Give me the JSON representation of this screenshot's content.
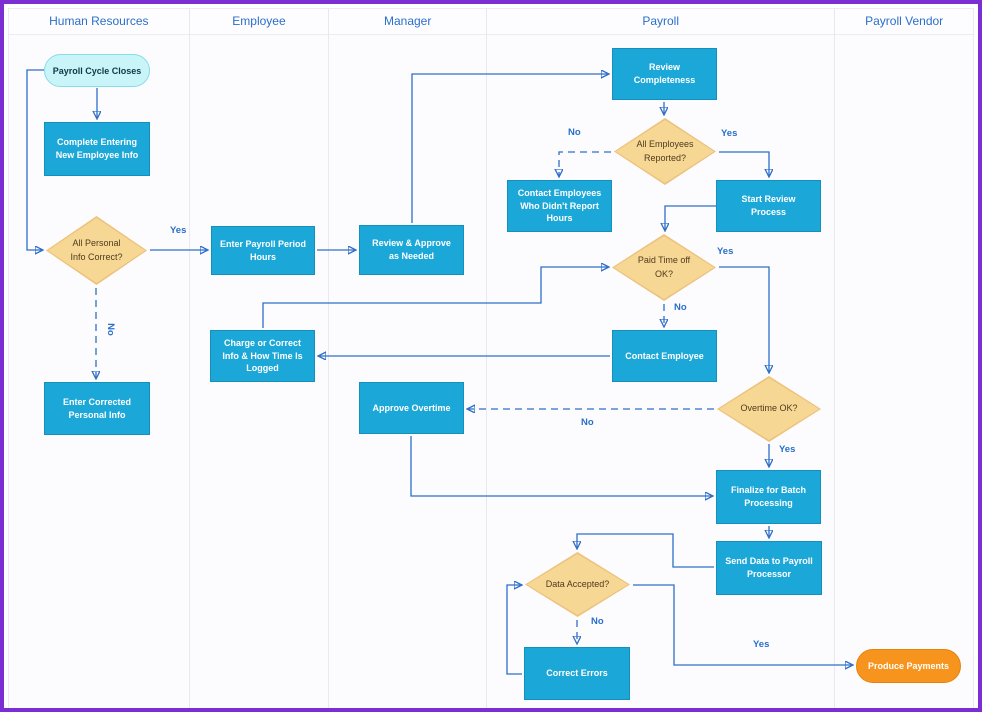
{
  "lanes": [
    {
      "label": "Human Resources"
    },
    {
      "label": "Employee"
    },
    {
      "label": "Manager"
    },
    {
      "label": "Payroll"
    },
    {
      "label": "Payroll Vendor"
    }
  ],
  "nodes": {
    "payroll_cycle_closes": {
      "type": "start",
      "lane": "Human Resources",
      "label": "Payroll Cycle Closes"
    },
    "complete_entering_new_employee_info": {
      "type": "process",
      "lane": "Human Resources",
      "label": "Complete Entering New Employee Info"
    },
    "all_personal_info_correct": {
      "type": "decision",
      "lane": "Human Resources",
      "label": "All Personal Info Correct?"
    },
    "enter_corrected_personal_info": {
      "type": "process",
      "lane": "Human Resources",
      "label": "Enter Corrected Personal Info"
    },
    "enter_payroll_period_hours": {
      "type": "process",
      "lane": "Employee",
      "label": "Enter Payroll Period Hours"
    },
    "charge_or_correct_info": {
      "type": "process",
      "lane": "Employee",
      "label": "Charge or Correct Info & How Time Is Logged"
    },
    "review_approve_as_needed": {
      "type": "process",
      "lane": "Manager",
      "label": "Review & Approve as Needed"
    },
    "approve_overtime": {
      "type": "process",
      "lane": "Manager",
      "label": "Approve Overtime"
    },
    "review_completeness": {
      "type": "process",
      "lane": "Payroll",
      "label": "Review Completeness"
    },
    "all_employees_reported": {
      "type": "decision",
      "lane": "Payroll",
      "label": "All Employees Reported?"
    },
    "contact_employees_who_didnt_report_hours": {
      "type": "process",
      "lane": "Payroll",
      "label": "Contact Employees Who Didn't Report Hours"
    },
    "start_review_process": {
      "type": "process",
      "lane": "Payroll",
      "label": "Start Review Process"
    },
    "paid_time_off_ok": {
      "type": "decision",
      "lane": "Payroll",
      "label": "Paid Time off OK?"
    },
    "contact_employee": {
      "type": "process",
      "lane": "Payroll",
      "label": "Contact Employee"
    },
    "overtime_ok": {
      "type": "decision",
      "lane": "Payroll",
      "label": "Overtime OK?"
    },
    "finalize_for_batch_processing": {
      "type": "process",
      "lane": "Payroll",
      "label": "Finalize for Batch Processing"
    },
    "send_data_to_payroll_processor": {
      "type": "process",
      "lane": "Payroll",
      "label": "Send Data to Payroll Processor"
    },
    "data_accepted": {
      "type": "decision",
      "lane": "Payroll",
      "label": "Data Accepted?"
    },
    "correct_errors": {
      "type": "process",
      "lane": "Payroll",
      "label": "Correct Errors"
    },
    "produce_payments": {
      "type": "end",
      "lane": "Payroll Vendor",
      "label": "Produce Payments"
    }
  },
  "edges": [
    {
      "from": "payroll_cycle_closes",
      "to": "complete_entering_new_employee_info",
      "label": "",
      "style": "solid"
    },
    {
      "from": "payroll_cycle_closes",
      "to": "all_personal_info_correct",
      "label": "",
      "style": "solid"
    },
    {
      "from": "all_personal_info_correct",
      "to": "enter_payroll_period_hours",
      "label": "Yes",
      "style": "solid"
    },
    {
      "from": "all_personal_info_correct",
      "to": "enter_corrected_personal_info",
      "label": "No",
      "style": "dashed"
    },
    {
      "from": "enter_payroll_period_hours",
      "to": "review_approve_as_needed",
      "label": "",
      "style": "solid"
    },
    {
      "from": "review_approve_as_needed",
      "to": "review_completeness",
      "label": "",
      "style": "solid"
    },
    {
      "from": "review_completeness",
      "to": "all_employees_reported",
      "label": "",
      "style": "solid"
    },
    {
      "from": "all_employees_reported",
      "to": "contact_employees_who_didnt_report_hours",
      "label": "No",
      "style": "dashed"
    },
    {
      "from": "all_employees_reported",
      "to": "start_review_process",
      "label": "Yes",
      "style": "solid"
    },
    {
      "from": "start_review_process",
      "to": "paid_time_off_ok",
      "label": "",
      "style": "solid"
    },
    {
      "from": "paid_time_off_ok",
      "to": "overtime_ok",
      "label": "Yes",
      "style": "solid"
    },
    {
      "from": "paid_time_off_ok",
      "to": "contact_employee",
      "label": "No",
      "style": "dashed"
    },
    {
      "from": "contact_employee",
      "to": "charge_or_correct_info",
      "label": "",
      "style": "solid"
    },
    {
      "from": "charge_or_correct_info",
      "to": "paid_time_off_ok",
      "label": "",
      "style": "solid"
    },
    {
      "from": "overtime_ok",
      "to": "approve_overtime",
      "label": "No",
      "style": "dashed"
    },
    {
      "from": "overtime_ok",
      "to": "finalize_for_batch_processing",
      "label": "Yes",
      "style": "solid"
    },
    {
      "from": "approve_overtime",
      "to": "finalize_for_batch_processing",
      "label": "",
      "style": "solid"
    },
    {
      "from": "finalize_for_batch_processing",
      "to": "send_data_to_payroll_processor",
      "label": "",
      "style": "solid"
    },
    {
      "from": "send_data_to_payroll_processor",
      "to": "data_accepted",
      "label": "",
      "style": "solid"
    },
    {
      "from": "data_accepted",
      "to": "correct_errors",
      "label": "No",
      "style": "dashed"
    },
    {
      "from": "correct_errors",
      "to": "data_accepted",
      "label": "",
      "style": "solid"
    },
    {
      "from": "data_accepted",
      "to": "produce_payments",
      "label": "Yes",
      "style": "solid"
    }
  ],
  "colors": {
    "outer_border": "#7b2fd2",
    "process_fill": "#1ba7d7",
    "decision_fill": "#f7d794",
    "start_fill": "#c9f4f8",
    "end_fill": "#f7941d",
    "connector": "#2e6ec8",
    "lane_header_text": "#2a6fc9"
  }
}
